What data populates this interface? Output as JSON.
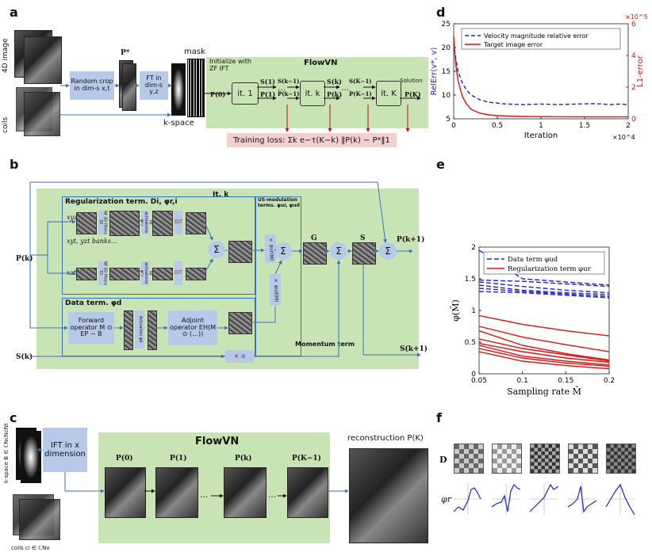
{
  "panel_labels": {
    "a": "a",
    "b": "b",
    "c": "c",
    "d": "d",
    "e": "e",
    "f": "f"
  },
  "panel_a": {
    "label_4d_image": "4D image",
    "label_coils": "coils",
    "random_crop": "Random crop in dim-s x,t",
    "p_star": "P*",
    "ft_in": "FT in dim-s y,z",
    "mask": "mask",
    "kspace": "k-space",
    "init": "Initialize with ZF IFT",
    "flowvn": "FlowVN",
    "p0": "P(0)",
    "it1": "it. 1",
    "s1": "S(1)",
    "p1": "P(1)",
    "sk1": "S(k−1)",
    "pk1": "P(k−1)",
    "itk": "it. k",
    "sk": "S(k)",
    "pk": "P(k)",
    "sK1": "S(K−1)",
    "pK1": "P(K−1)",
    "itK": "it. K",
    "solution": "Solution",
    "pK": "P(K)",
    "dots": "…",
    "training_loss": "Training loss:  Σk e−τ(K−k) ‖P(k) − P*‖1"
  },
  "panel_b": {
    "itk": "It. k",
    "reg_title": "Regularization term. Di, φr,i",
    "xyz_bank": "xyz bank",
    "xyt_banks": "xyt, yzt banks…",
    "xzt_bank": "xzt bank",
    "nf_3d_filters": "Nf 3D filters Di",
    "nf_activations": "Nf activations φr,i",
    "dt": "DiT",
    "sum": "Σ",
    "us_mod": "US-modulation terms. φur, φud",
    "phi_ur": "× φur(M)",
    "phi_ud": "× φud(M)",
    "g": "G",
    "s": "S",
    "pk_in": "P(k)",
    "pk_out": "P(k+1)",
    "data_title": "Data term. φd",
    "forward_op": "Forward operator M ⊙ EP − B",
    "activation": "Activation φd",
    "adjoint_op": "Adjoint operator EH(M ⊙ (…))",
    "sk_in": "S(k)",
    "sk_out": "S(k+1)",
    "momentum_term": "Momentum term",
    "alpha": "× α"
  },
  "panel_c": {
    "kspace_label": "k-space  B ∈ ℂNcNcNt",
    "coils_label": "coils ci ∈ ℂNv",
    "ift": "IFT in x dimension",
    "flowvn": "FlowVN",
    "p0": "P(0)",
    "p1": "P(1)",
    "pk": "P(k)",
    "pK1": "P(K−1)",
    "dots": "…",
    "reconstruction": "reconstruction P(K)"
  },
  "panel_f": {
    "d_label": "D",
    "phi_label": "φr"
  },
  "chart_data": [
    {
      "type": "line",
      "panel": "d",
      "xlabel": "Iteration",
      "x_exponent": "×10^4",
      "ylabel_left": "RelErr(v*, v)",
      "ylabel_right": "L1-error",
      "right_exponent": "×10^5",
      "xlim": [
        0,
        2
      ],
      "ylim_left": [
        5,
        25
      ],
      "ylim_right": [
        0,
        6
      ],
      "x_ticks": [
        "0",
        "0.5",
        "1",
        "1.5",
        "2"
      ],
      "y_ticks_left": [
        "5",
        "10",
        "15",
        "20",
        "25"
      ],
      "y_ticks_right": [
        "0",
        "2",
        "4",
        "6"
      ],
      "legend_position": "top-right",
      "series": [
        {
          "name": "Velocity magnitude relative error",
          "axis": "left",
          "style": "dashed",
          "color": "#1f1fd6",
          "x": [
            0,
            0.02,
            0.05,
            0.1,
            0.15,
            0.2,
            0.3,
            0.4,
            0.5,
            0.6,
            0.8,
            1.0,
            1.2,
            1.4,
            1.6,
            1.8,
            1.9,
            2.0
          ],
          "y": [
            21,
            18,
            15,
            12.5,
            11,
            10,
            9,
            8.5,
            8.3,
            8.1,
            8,
            8.1,
            8,
            8.1,
            8.2,
            8,
            8.1,
            8
          ]
        },
        {
          "name": "Target image error",
          "axis": "right",
          "style": "solid",
          "color": "#e01010",
          "x": [
            0,
            0.02,
            0.05,
            0.1,
            0.15,
            0.2,
            0.3,
            0.4,
            0.5,
            0.6,
            0.8,
            1.0,
            1.2,
            1.4,
            1.6,
            1.8,
            2.0
          ],
          "y": [
            5.2,
            3.6,
            2.4,
            1.4,
            0.9,
            0.6,
            0.35,
            0.25,
            0.2,
            0.18,
            0.15,
            0.14,
            0.13,
            0.13,
            0.12,
            0.12,
            0.12
          ]
        }
      ]
    },
    {
      "type": "line",
      "panel": "e",
      "xlabel": "Sampling rate M̄",
      "ylabel": "φ(M̄)",
      "xlim": [
        0.05,
        0.2
      ],
      "ylim": [
        0,
        2
      ],
      "x_ticks": [
        "0.05",
        "0.1",
        "0.15",
        "0.2"
      ],
      "y_ticks": [
        "0",
        "0.5",
        "1",
        "1.5",
        "2"
      ],
      "legend_position": "top-right",
      "series": [
        {
          "name": "Data term φud",
          "style": "dashed",
          "color": "#1f1fd6",
          "x": [
            0.05,
            0.1,
            0.15,
            0.2
          ],
          "y": [
            1.95,
            1.5,
            1.45,
            1.4
          ]
        },
        {
          "style": "dashed",
          "color": "#1f1fd6",
          "x": [
            0.05,
            0.1,
            0.15,
            0.2
          ],
          "y": [
            1.48,
            1.46,
            1.42,
            1.38
          ]
        },
        {
          "style": "dashed",
          "color": "#1f1fd6",
          "x": [
            0.05,
            0.1,
            0.15,
            0.2
          ],
          "y": [
            1.45,
            1.38,
            1.32,
            1.28
          ]
        },
        {
          "style": "dashed",
          "color": "#1f1fd6",
          "x": [
            0.05,
            0.1,
            0.15,
            0.2
          ],
          "y": [
            1.4,
            1.32,
            1.28,
            1.25
          ]
        },
        {
          "style": "dashed",
          "color": "#1f1fd6",
          "x": [
            0.05,
            0.1,
            0.15,
            0.2
          ],
          "y": [
            1.35,
            1.3,
            1.26,
            1.22
          ]
        },
        {
          "style": "dashed",
          "color": "#1f1fd6",
          "x": [
            0.05,
            0.1,
            0.15,
            0.2
          ],
          "y": [
            1.3,
            1.28,
            1.24,
            1.2
          ]
        },
        {
          "name": "Regularization term φur",
          "style": "solid",
          "color": "#e01010",
          "x": [
            0.05,
            0.1,
            0.15,
            0.2
          ],
          "y": [
            0.92,
            0.78,
            0.68,
            0.6
          ]
        },
        {
          "style": "solid",
          "color": "#e01010",
          "x": [
            0.05,
            0.1,
            0.15,
            0.2
          ],
          "y": [
            0.75,
            0.58,
            0.46,
            0.35
          ]
        },
        {
          "style": "solid",
          "color": "#e01010",
          "x": [
            0.05,
            0.1,
            0.15,
            0.2
          ],
          "y": [
            0.68,
            0.45,
            0.32,
            0.22
          ]
        },
        {
          "style": "solid",
          "color": "#e01010",
          "x": [
            0.05,
            0.1,
            0.15,
            0.2
          ],
          "y": [
            0.55,
            0.4,
            0.3,
            0.2
          ]
        },
        {
          "style": "solid",
          "color": "#e01010",
          "x": [
            0.05,
            0.1,
            0.15,
            0.2
          ],
          "y": [
            0.48,
            0.35,
            0.25,
            0.18
          ]
        },
        {
          "style": "solid",
          "color": "#e01010",
          "x": [
            0.05,
            0.1,
            0.15,
            0.2
          ],
          "y": [
            0.45,
            0.28,
            0.2,
            0.14
          ]
        },
        {
          "style": "solid",
          "color": "#e01010",
          "x": [
            0.05,
            0.1,
            0.15,
            0.2
          ],
          "y": [
            0.4,
            0.25,
            0.17,
            0.12
          ]
        },
        {
          "style": "solid",
          "color": "#e01010",
          "x": [
            0.05,
            0.1,
            0.15,
            0.2
          ],
          "y": [
            0.35,
            0.2,
            0.13,
            0.08
          ]
        }
      ]
    }
  ]
}
